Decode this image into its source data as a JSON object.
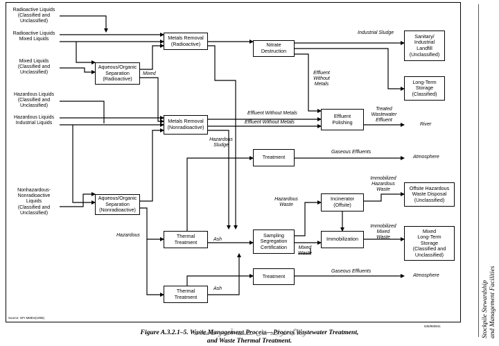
{
  "inputs": {
    "rad_classified": "Radioactive Liquids\n(Classified and\nUnclassified)",
    "rad_mixed": "Radioactive Liquids\nMixed Liquids",
    "mixed_classified": "Mixed Liquids\n(Classified and\nUnclassified)",
    "haz_classified": "Hazardous Liquids\n(Classified and\nUnclassified)",
    "haz_industrial": "Hazardous Liquids\nIndustrial Liquids",
    "nonhaz": "Nonhazardous-\nNonradioactive\nLiquids\n(Classified and\nUnclassified)"
  },
  "boxes": {
    "metals_rad": "Metals Removal\n(Radioactive)",
    "nitrate": "Nitrate\nDestruction",
    "landfill": "Sanitary/\nIndustrial\nLandfill\n(Unclassified)",
    "longterm": "Long-Term\nStorage\n(Classified)",
    "aos_rad": "Aqueous/Organic\nSeparation\n(Radioactive)",
    "polishing": "Effluent\nPolishing",
    "metals_nonrad": "Metals Removal\n(Nonradioactive)",
    "treat_top": "Treatment",
    "aos_nonrad": "Aqueous/Organic\nSeparation\n(Nonradioactive)",
    "incinerator": "Incinerator\n(Offsite)",
    "offsite_disposal": "Offsite Hazardous\nWaste Disposal\n(Unclassified)",
    "thermal_top": "Thermal\nTreatment",
    "sampling": "Sampling\nSegregation\nCertification",
    "immobilization": "Immobilization",
    "mixed_storage": "Mixed\nLong-Term\nStorage\n(Classified and\nUnclassified)",
    "treat_bottom": "Treatment",
    "thermal_bottom": "Thermal\nTreatment"
  },
  "flows": {
    "industrial_sludge": "Industrial Sludge",
    "mixed": "Mixed",
    "effluent_without_metals_v": "Effluent\nWithout\nMetals",
    "effluent_without_metals_1": "Effluent Without Metals",
    "effluent_without_metals_2": "Effluent Without Metals",
    "treated_effluent": "Treated\nWastewater\nEffluent",
    "river": "River",
    "hazardous_sludge": "Hazardous\nSludge",
    "gaseous_effluents_top": "Gaseous Effluents",
    "atmosphere_top": "Atmosphere",
    "immobilized_hazardous": "Immobilized\nHazardous\nWaste",
    "hazardous_waste": "Hazardous\nWaste",
    "immobilized_mixed": "Immobilized\nMixed\nWaste",
    "hazardous": "Hazardous",
    "ash_top": "Ash",
    "mixed_waste": "Mixed\nWaste",
    "gaseous_effluents_bottom": "Gaseous Effluents",
    "atmosphere_bottom": "Atmosphere",
    "ash_bottom": "Ash"
  },
  "source_note": "Source: OFI MMES(1995)",
  "figure_id": "535/950841",
  "caption": "Figure A.3.2.1–5.   Waste Management Process—Process Wastewater Treatment,\nand Waste Thermal Treatment.",
  "watermark": "وبلاگ فرایند های تصفیه آب و فاضلاب",
  "side_text": "Stockpile Stewardship\nand Management Facilities"
}
